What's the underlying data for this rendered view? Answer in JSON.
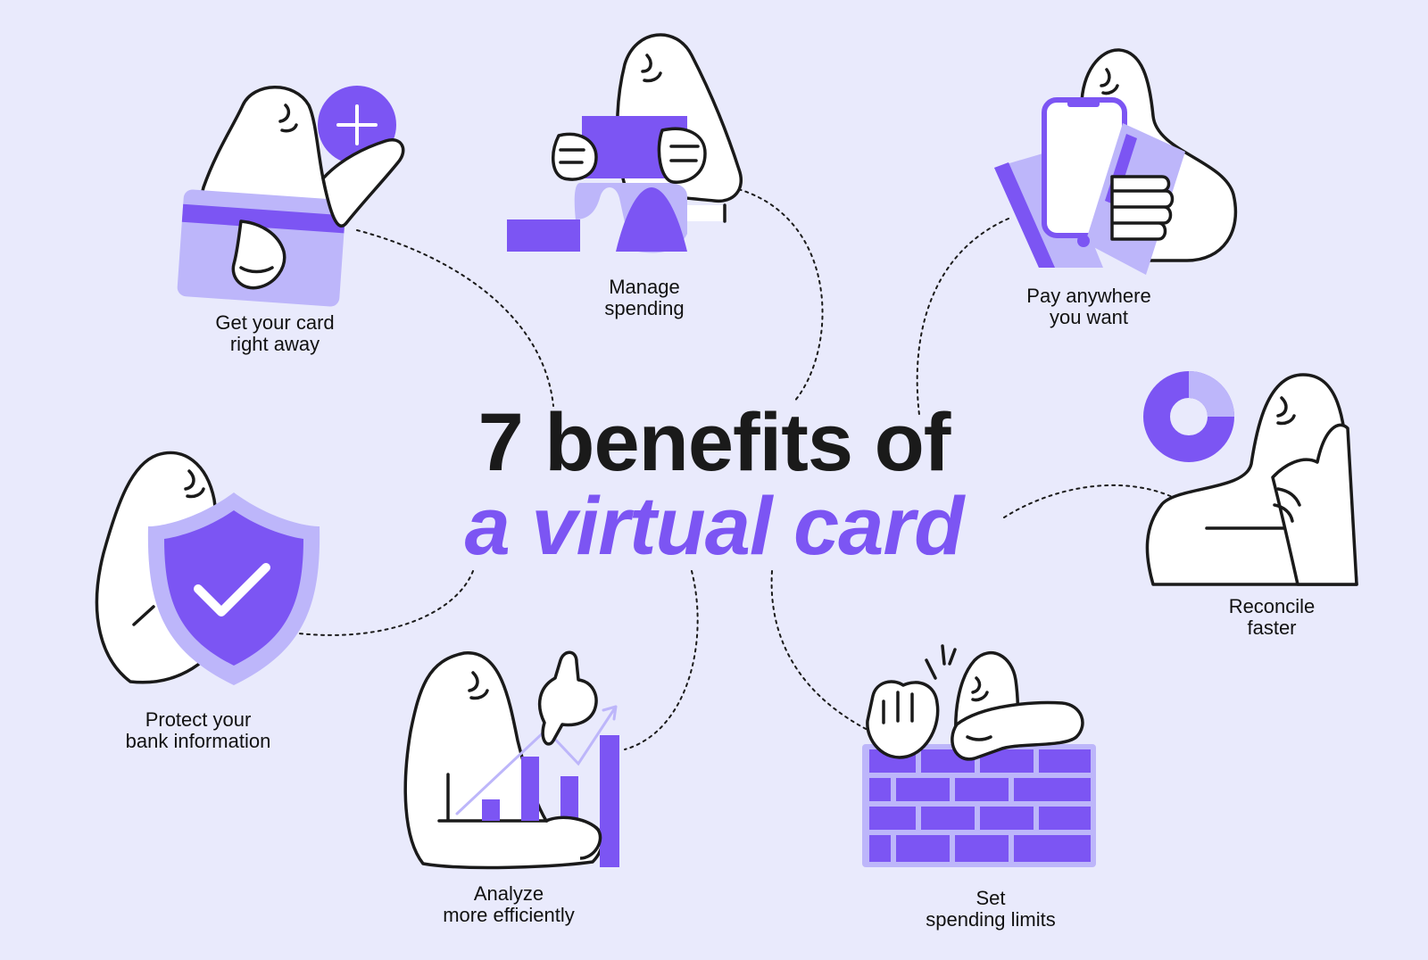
{
  "colors": {
    "background": "#E9EAFC",
    "accent": "#7C55F3",
    "accent_light": "#BDB6FA",
    "ink": "#1A1A1A",
    "figure_fill": "#FFFFFF"
  },
  "title": {
    "line1": "7 benefits of",
    "line2": "a virtual card"
  },
  "benefits": [
    {
      "id": "get-card",
      "line1": "Get your card",
      "line2": "right away",
      "icon": "card-plus-icon"
    },
    {
      "id": "manage-spending",
      "line1": "Manage",
      "line2": "spending",
      "icon": "receipt-roll-icon"
    },
    {
      "id": "pay-anywhere",
      "line1": "Pay anywhere",
      "line2": "you want",
      "icon": "phone-card-icon"
    },
    {
      "id": "reconcile",
      "line1": "Reconcile",
      "line2": "faster",
      "icon": "donut-chart-icon"
    },
    {
      "id": "spending-limits",
      "line1": "Set",
      "line2": "spending limits",
      "icon": "brick-wall-icon"
    },
    {
      "id": "analyze",
      "line1": "Analyze",
      "line2": "more efficiently",
      "icon": "bar-chart-icon"
    },
    {
      "id": "protect",
      "line1": "Protect your",
      "line2": "bank information",
      "icon": "shield-check-icon"
    }
  ]
}
